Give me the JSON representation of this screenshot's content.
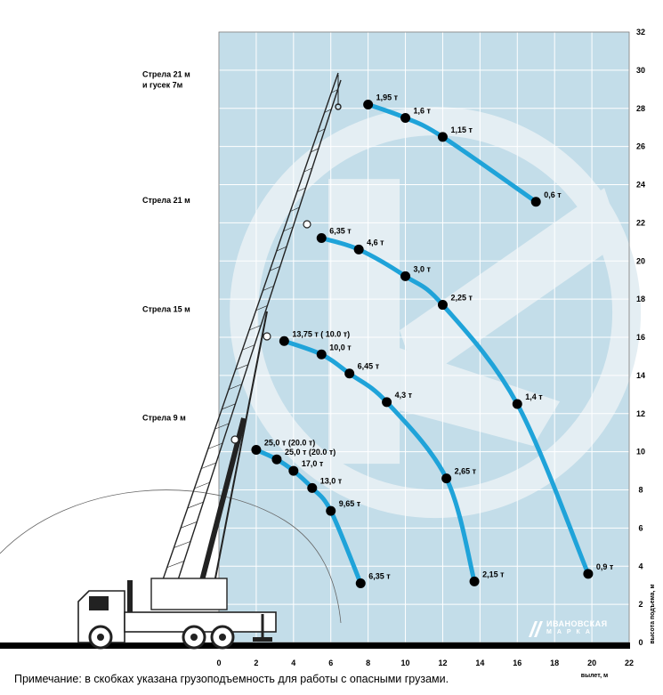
{
  "note": "Примечание: в скобках указана грузоподъемность для работы с опасными грузами.",
  "brand": {
    "name": "ИВАНОВСКАЯ",
    "sub": "МАРКА"
  },
  "colors": {
    "grid_bg": "#c3dde9",
    "grid_line": "#ffffff",
    "curve": "#1fa3d9",
    "point": "#000000",
    "watermark": "#e4eef3"
  },
  "chart_data": {
    "type": "line",
    "xlabel": "вылет, м",
    "ylabel": "высота подъема, м",
    "xlim": [
      0,
      22
    ],
    "ylim": [
      0,
      32
    ],
    "x_ticks": [
      0,
      2,
      4,
      6,
      8,
      10,
      12,
      14,
      16,
      18,
      20,
      22
    ],
    "y_ticks": [
      0,
      2,
      4,
      6,
      8,
      10,
      12,
      14,
      16,
      18,
      20,
      22,
      24,
      26,
      28,
      30,
      32
    ],
    "grid": true,
    "series": [
      {
        "name": "Стрела 9 м",
        "points": [
          {
            "x": 2.0,
            "y": 10.1,
            "label": "25,0 т (20.0 т)"
          },
          {
            "x": 3.1,
            "y": 9.6,
            "label": "25,0 т (20.0 т)"
          },
          {
            "x": 4.0,
            "y": 9.0,
            "label": "17,0 т"
          },
          {
            "x": 5.0,
            "y": 8.1,
            "label": "13,0 т"
          },
          {
            "x": 6.0,
            "y": 6.9,
            "label": "9,65 т"
          },
          {
            "x": 7.6,
            "y": 3.1,
            "label": "6,35 т"
          }
        ]
      },
      {
        "name": "Стрела 15 м",
        "points": [
          {
            "x": 3.5,
            "y": 15.8,
            "label": "13,75 т ( 10.0 т)"
          },
          {
            "x": 5.5,
            "y": 15.1,
            "label": "10,0 т"
          },
          {
            "x": 7.0,
            "y": 14.1,
            "label": "6,45 т"
          },
          {
            "x": 9.0,
            "y": 12.6,
            "label": "4,3 т"
          },
          {
            "x": 12.2,
            "y": 8.6,
            "label": "2,65 т"
          },
          {
            "x": 13.7,
            "y": 3.2,
            "label": "2,15 т"
          }
        ]
      },
      {
        "name": "Стрела 21 м",
        "points": [
          {
            "x": 5.5,
            "y": 21.2,
            "label": "6,35 т"
          },
          {
            "x": 7.5,
            "y": 20.6,
            "label": "4,6 т"
          },
          {
            "x": 10.0,
            "y": 19.2,
            "label": "3,0 т"
          },
          {
            "x": 12.0,
            "y": 17.7,
            "label": "2,25 т"
          },
          {
            "x": 16.0,
            "y": 12.5,
            "label": "1,4 т"
          },
          {
            "x": 19.8,
            "y": 3.6,
            "label": "0,9 т"
          }
        ]
      },
      {
        "name": "Стрела 21 м и гусек 7м",
        "points": [
          {
            "x": 8.0,
            "y": 28.2,
            "label": "1,95 т"
          },
          {
            "x": 10.0,
            "y": 27.5,
            "label": "1,6 т"
          },
          {
            "x": 12.0,
            "y": 26.5,
            "label": "1,15 т"
          },
          {
            "x": 17.0,
            "y": 23.1,
            "label": "0,6 т"
          }
        ]
      }
    ],
    "boom_labels": [
      {
        "line1": "Стрела 21 м",
        "line2": "и гусек 7м",
        "y": 29.5
      },
      {
        "line1": "Стрела 21 м",
        "y": 22.9
      },
      {
        "line1": "Стрела 15 м",
        "y": 17.2
      },
      {
        "line1": "Стрела 9 м",
        "y": 11.5
      }
    ]
  }
}
